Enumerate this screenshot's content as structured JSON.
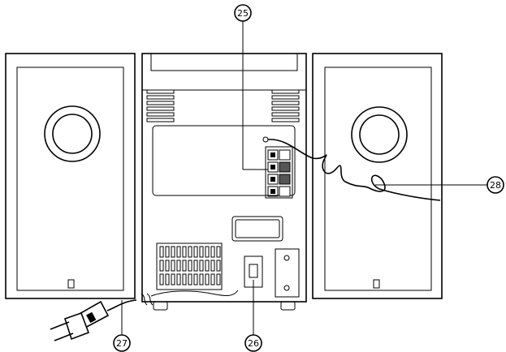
{
  "callouts": [
    {
      "id": "c25",
      "label": "25"
    },
    {
      "id": "c26",
      "label": "26"
    },
    {
      "id": "c27",
      "label": "27"
    },
    {
      "id": "c28",
      "label": "28"
    }
  ],
  "colors": {
    "line": "#000000",
    "fill": "#ffffff",
    "terminal_fill": "#555555"
  }
}
